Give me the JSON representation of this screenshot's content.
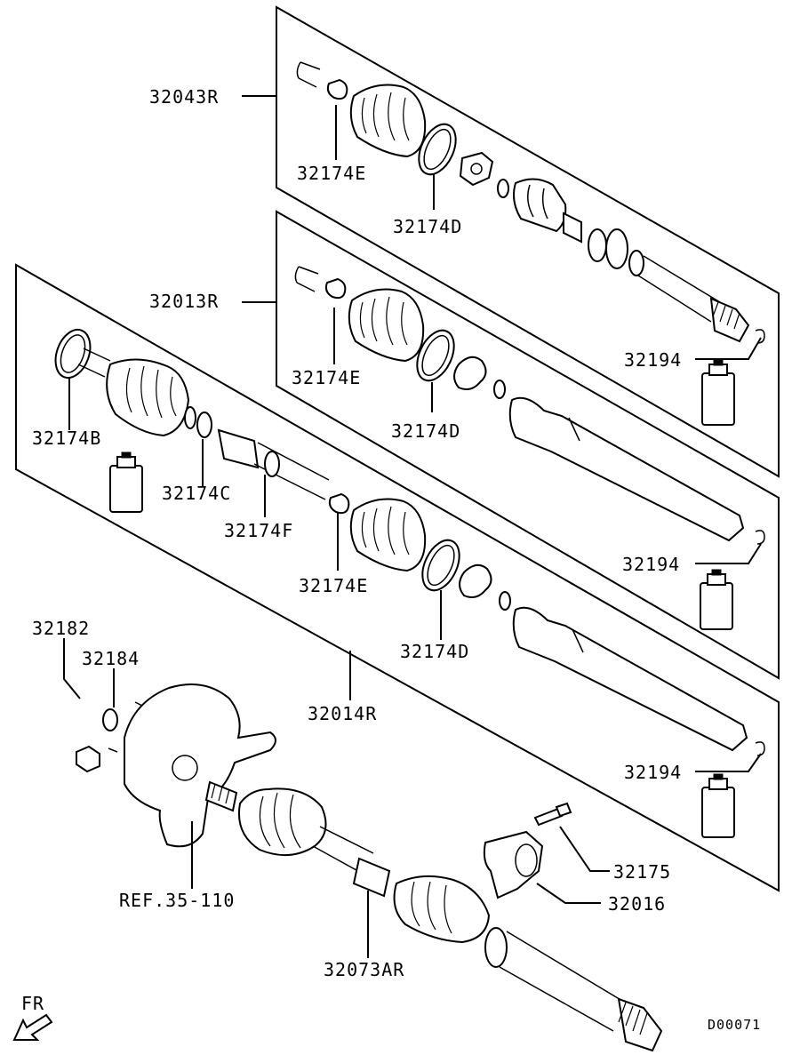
{
  "callouts": {
    "part_32043R": "32043R",
    "part_32174E_1": "32174E",
    "part_32174D_1": "32174D",
    "part_32013R": "32013R",
    "part_32194_1": "32194",
    "part_32174E_2": "32174E",
    "part_32174D_2": "32174D",
    "part_32174B": "32174B",
    "part_32174C": "32174C",
    "part_32174F": "32174F",
    "part_32194_2": "32194",
    "part_32174E_3": "32174E",
    "part_32174D_3": "32174D",
    "part_32182": "32182",
    "part_32184": "32184",
    "part_32014R": "32014R",
    "part_32194_3": "32194",
    "part_32175": "32175",
    "part_32016": "32016",
    "ref_35_110": "REF.35-110",
    "part_32073AR": "32073AR"
  },
  "orientation": {
    "label": "FR"
  },
  "diagram_id": "D00071"
}
